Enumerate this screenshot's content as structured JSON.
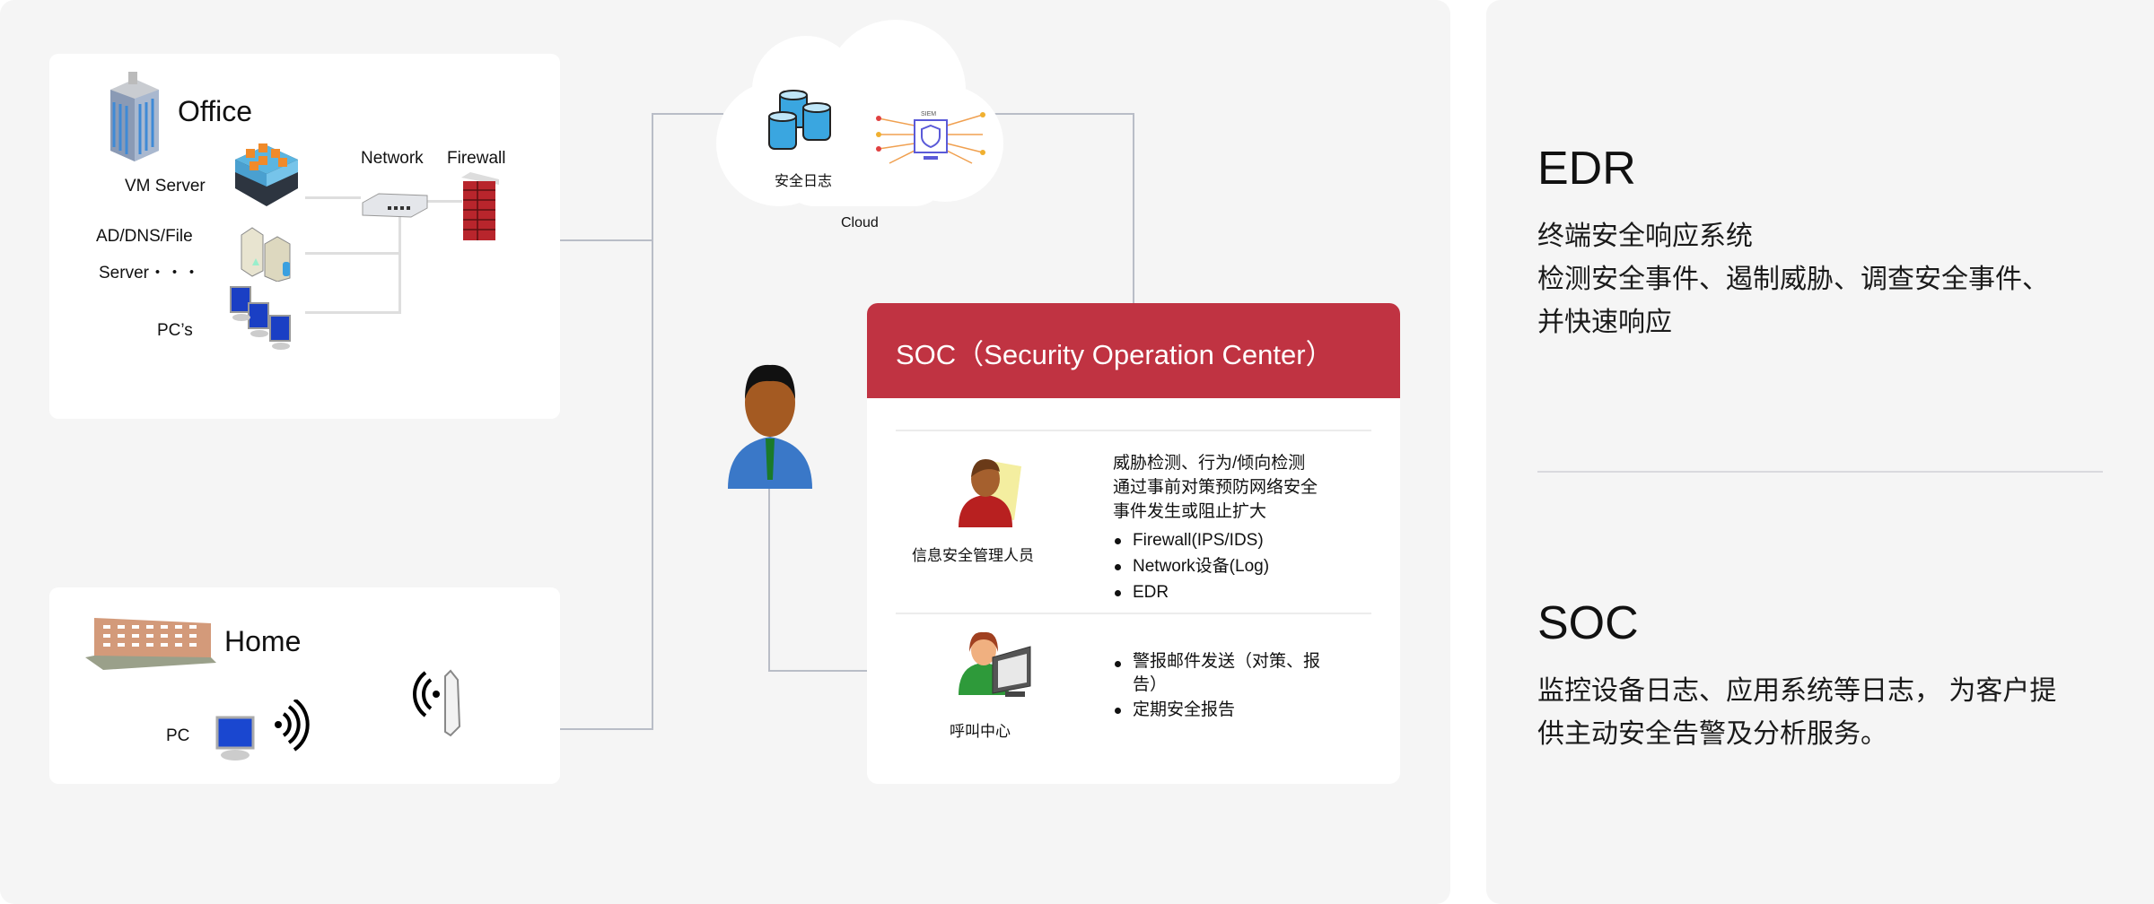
{
  "office": {
    "title": "Office",
    "vm_server": "VM Server",
    "ad_server_line1": "AD/DNS/File",
    "ad_server_line2": "Server・・・",
    "pcs": "PC’s",
    "network": "Network",
    "firewall": "Firewall"
  },
  "home": {
    "title": "Home",
    "pc": "PC"
  },
  "cloud": {
    "security_log": "安全日志",
    "siem": "SIEM",
    "label": "Cloud"
  },
  "soc_card": {
    "title": "SOC（Security Operation Center）",
    "rows": [
      {
        "role": "信息安全管理人员",
        "desc": [
          "威胁检测、行为/倾向检测",
          "通过事前对策预防网络安全",
          "事件发生或阻止扩大"
        ],
        "bullets": [
          "Firewall(IPS/IDS)",
          "Network设备(Log)",
          "EDR"
        ]
      },
      {
        "role": "呼叫中心",
        "bullets": [
          "警报邮件发送（对策、报告）",
          "定期安全报告"
        ]
      }
    ]
  },
  "right_panel": {
    "edr": {
      "title": "EDR",
      "lines": [
        "终端安全响应系统",
        "检测安全事件、遏制威胁、调查安全事件、",
        "并快速响应"
      ]
    },
    "soc": {
      "title": "SOC",
      "lines": [
        "监控设备日志、应用系统等日志， 为客户提",
        "供主动安全告警及分析服务。"
      ]
    }
  },
  "colors": {
    "soc_header": "#c03342",
    "panel_bg": "#f5f5f5",
    "connector": "#b9bdc7"
  }
}
